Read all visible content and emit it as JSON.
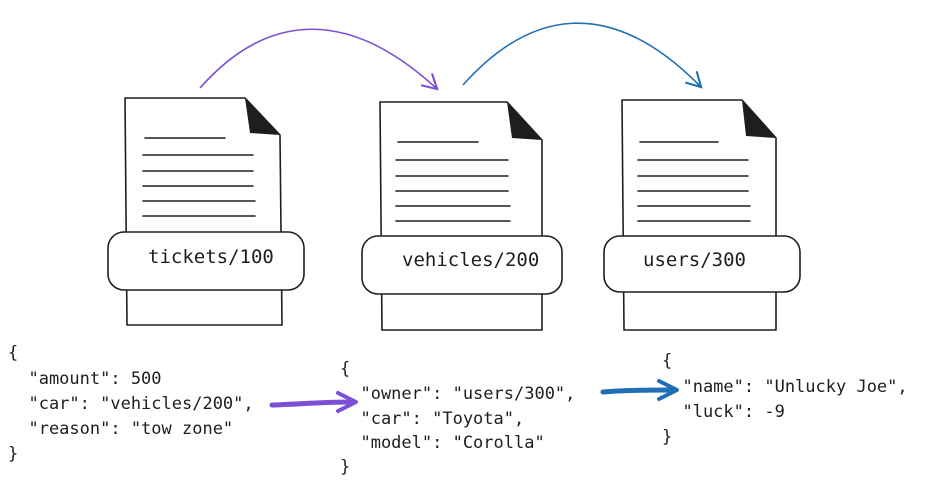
{
  "documents": [
    {
      "id": "tickets",
      "label": "tickets/100"
    },
    {
      "id": "vehicles",
      "label": "vehicles/200"
    },
    {
      "id": "users",
      "label": "users/300"
    }
  ],
  "code_blocks": {
    "ticket": [
      "{",
      "  \"amount\": 500",
      "  \"car\": \"vehicles/200\",",
      "  \"reason\": \"tow zone\"",
      "}"
    ],
    "vehicle": [
      "{",
      "  \"owner\": \"users/300\",",
      "  \"car\": \"Toyota\",",
      "  \"model\": \"Corolla\"",
      "}"
    ],
    "user": [
      "{",
      "  \"name\": \"Unlucky Joe\",",
      "  \"luck\": -9",
      "}"
    ]
  },
  "colors": {
    "arrow_purple": "#7b4fd6",
    "arrow_blue": "#1f6fb5",
    "ink": "#1e1e1e"
  }
}
